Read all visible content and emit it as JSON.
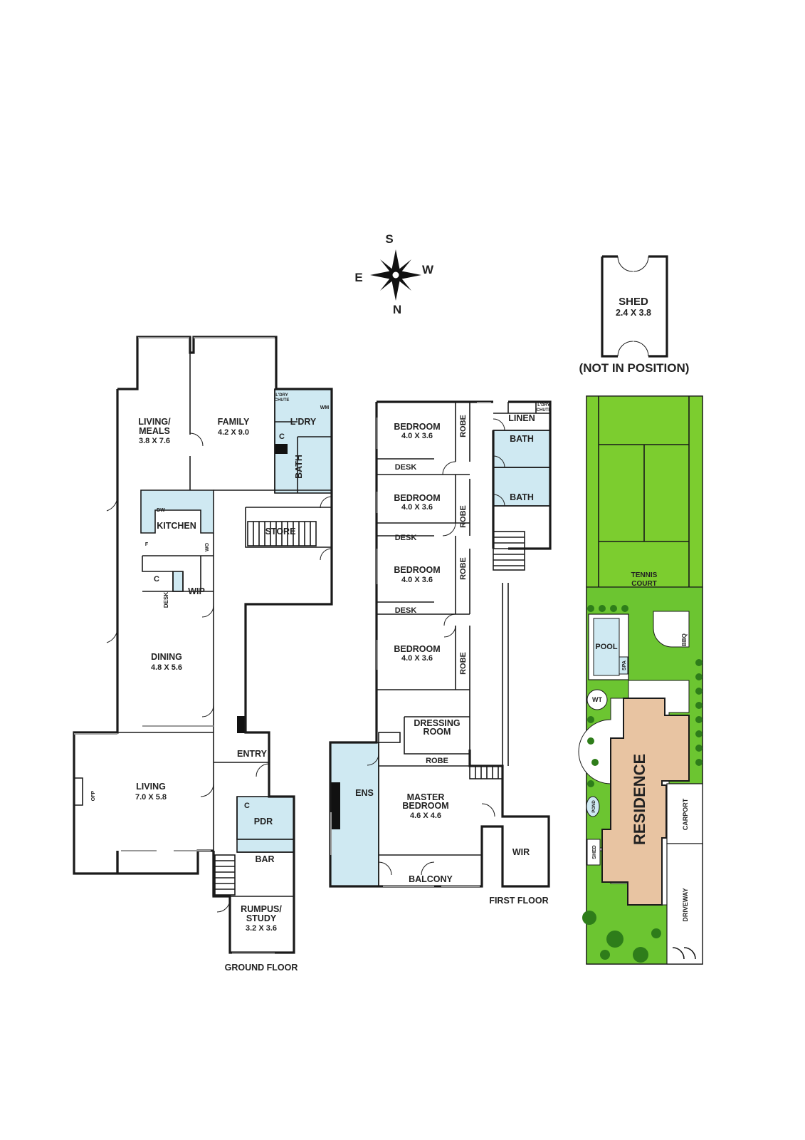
{
  "compass": {
    "north": "N",
    "south": "S",
    "east": "E",
    "west": "W"
  },
  "shed_detached": {
    "label": "SHED",
    "dims": "2.4 X 3.8",
    "note": "(NOT IN POSITION)"
  },
  "ground_floor": {
    "title": "GROUND FLOOR",
    "rooms": {
      "living_meals": {
        "name_1": "LIVING/",
        "name_2": "MEALS",
        "dims": "3.8 X 7.6"
      },
      "family": {
        "name": "FAMILY",
        "dims": "4.2 X 9.0"
      },
      "laundry": {
        "name": "L'DRY",
        "chute_1": "L'DRY",
        "chute_2": "CHUTE",
        "wm": "WM",
        "c": "C"
      },
      "bath": {
        "name": "BATH"
      },
      "kitchen": {
        "name": "KITCHEN",
        "dw": "DW",
        "f": "F",
        "wo": "WO"
      },
      "store": {
        "name": "STORE"
      },
      "wip": {
        "name": "WIP",
        "c": "C",
        "desk": "DESK"
      },
      "dining": {
        "name": "DINING",
        "dims": "4.8 X 5.6"
      },
      "living": {
        "name": "LIVING",
        "dims": "7.0 X 5.8",
        "ofp": "OFP"
      },
      "entry": {
        "name": "ENTRY"
      },
      "pdr": {
        "name": "PDR",
        "c": "C"
      },
      "bar": {
        "name": "BAR"
      },
      "rumpus": {
        "name_1": "RUMPUS/",
        "name_2": "STUDY",
        "dims": "3.2 X 3.6"
      }
    }
  },
  "first_floor": {
    "title": "FIRST FLOOR",
    "rooms": {
      "bedroom_1": {
        "name": "BEDROOM",
        "dims": "4.0 X 3.6",
        "robe": "ROBE",
        "desk": "DESK"
      },
      "bedroom_2": {
        "name": "BEDROOM",
        "dims": "4.0 X 3.6",
        "robe": "ROBE",
        "desk": "DESK"
      },
      "bedroom_3": {
        "name": "BEDROOM",
        "dims": "4.0 X 3.6",
        "robe": "ROBE",
        "desk": "DESK"
      },
      "bedroom_4": {
        "name": "BEDROOM",
        "dims": "4.0 X 3.6",
        "robe": "ROBE"
      },
      "linen": {
        "name": "LINEN",
        "chute_1": "L'DRY",
        "chute_2": "CHUTE"
      },
      "bath_1": {
        "name": "BATH"
      },
      "bath_2": {
        "name": "BATH"
      },
      "dressing": {
        "name_1": "DRESSING",
        "name_2": "ROOM",
        "robe": "ROBE"
      },
      "ens": {
        "name": "ENS"
      },
      "master": {
        "name_1": "MASTER",
        "name_2": "BEDROOM",
        "dims": "4.6 X 4.6"
      },
      "wir": {
        "name": "WIR"
      },
      "balcony": {
        "name": "BALCONY"
      }
    }
  },
  "site_plan": {
    "tennis_1": "TENNIS",
    "tennis_2": "COURT",
    "pool": "POOL",
    "spa": "SPA",
    "bbq": "BBQ",
    "wt": "WT",
    "pond": "POND",
    "residence": "RESIDENCE",
    "carport": "CARPORT",
    "shed": "SHED",
    "driveway": "DRIVEWAY"
  },
  "colors": {
    "wet_area": "#cfe9f2",
    "lawn": "#6cc531",
    "tennis_court": "#7ccd2f",
    "residence": "#e8c4a2",
    "pool": "#cfe9f2",
    "wall": "#1a1a1a"
  }
}
